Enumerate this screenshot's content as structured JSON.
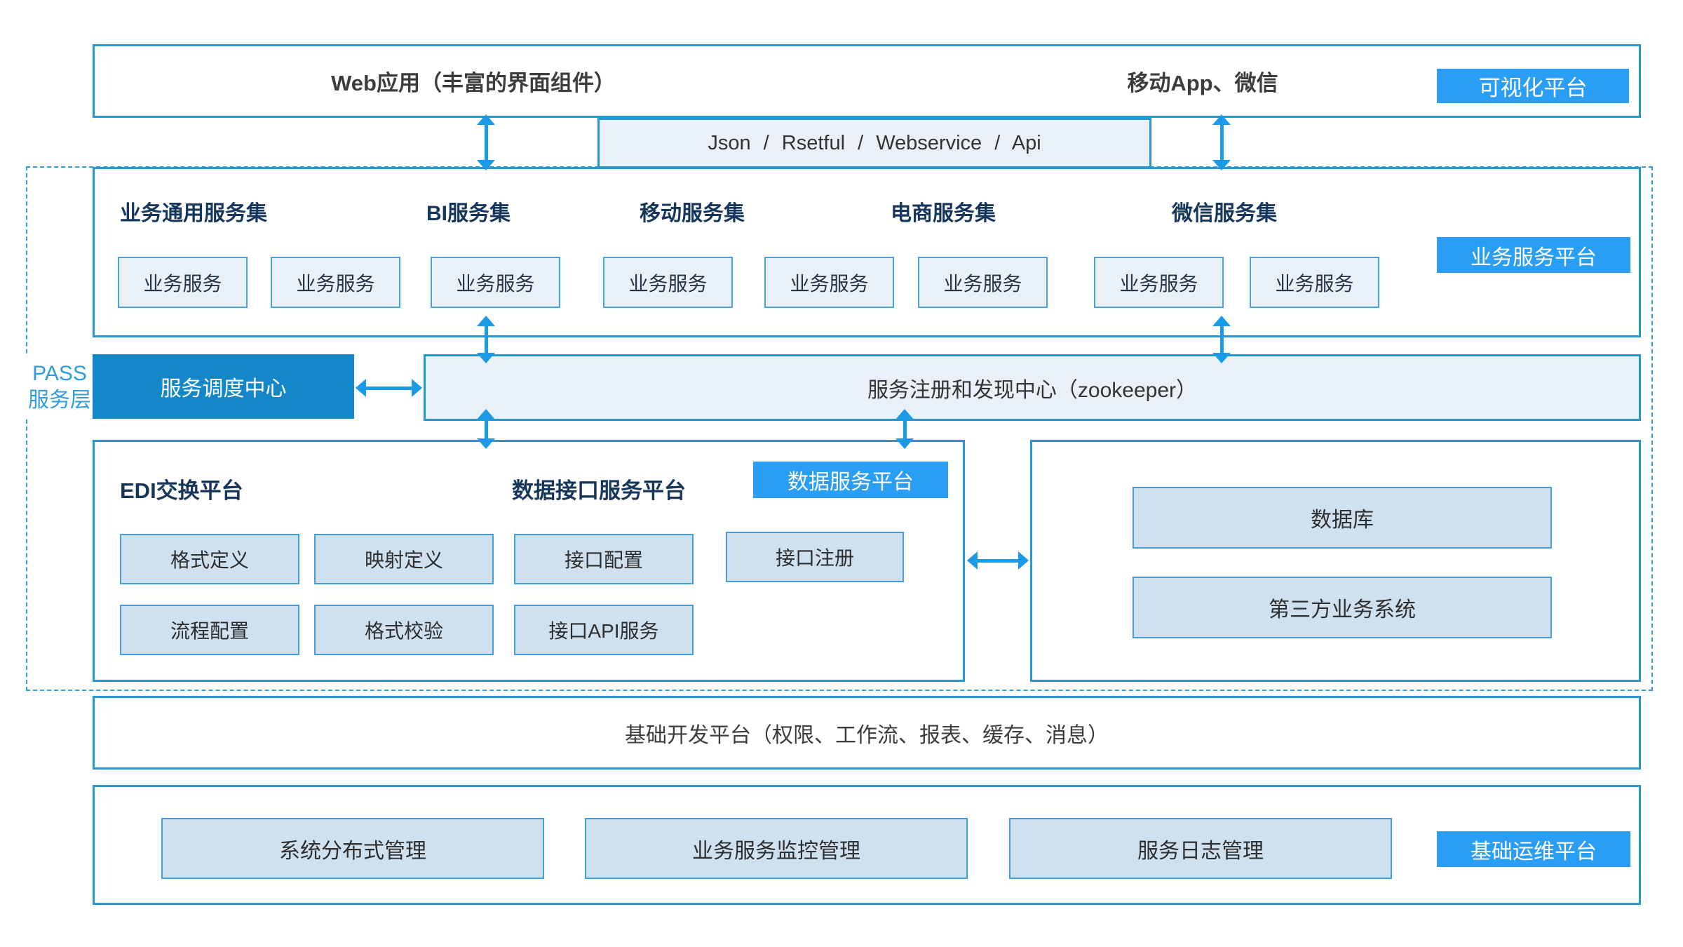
{
  "diagram": {
    "type": "software-architecture",
    "language": "zh-CN"
  },
  "colors": {
    "container_border": "#2797d4",
    "dashed_border": "#2f9dda",
    "accent_badge": "#2a9df4",
    "dispatch_fill": "#1487c8",
    "arrow": "#1b9ae8",
    "title_navy": "#16365c",
    "light_fill": "#e9f0f8",
    "medium_fill": "#cfe0ef",
    "text_dark": "#333333"
  },
  "top_layer": {
    "web_label": "Web应用（丰富的界面组件）",
    "mobile_label": "移动App、微信",
    "badge": "可视化平台"
  },
  "api_bar": {
    "label": "Json / Rsetful / Webservice / Api"
  },
  "pass_layer": {
    "line1": "PASS",
    "line2": "服务层"
  },
  "service_platform": {
    "badge": "业务服务平台",
    "set_titles": [
      "业务通用服务集",
      "BI服务集",
      "移动服务集",
      "电商服务集",
      "微信服务集"
    ],
    "service_boxes": [
      "业务服务",
      "业务服务",
      "业务服务",
      "业务服务",
      "业务服务",
      "业务服务",
      "业务服务",
      "业务服务"
    ]
  },
  "scheduling": {
    "dispatch_center": "服务调度中心",
    "registry_center": "服务注册和发现中心（zookeeper）"
  },
  "data_platform": {
    "edi_title": "EDI交换平台",
    "interface_title": "数据接口服务平台",
    "badge": "数据服务平台",
    "row1": [
      "格式定义",
      "映射定义",
      "接口配置",
      "接口注册"
    ],
    "row2": [
      "流程配置",
      "格式校验",
      "接口API服务"
    ],
    "external": [
      "数据库",
      "第三方业务系统"
    ]
  },
  "dev_platform": {
    "label": "基础开发平台（权限、工作流、报表、缓存、消息）"
  },
  "ops_platform": {
    "badge": "基础运维平台",
    "boxes": [
      "系统分布式管理",
      "业务服务监控管理",
      "服务日志管理"
    ]
  }
}
